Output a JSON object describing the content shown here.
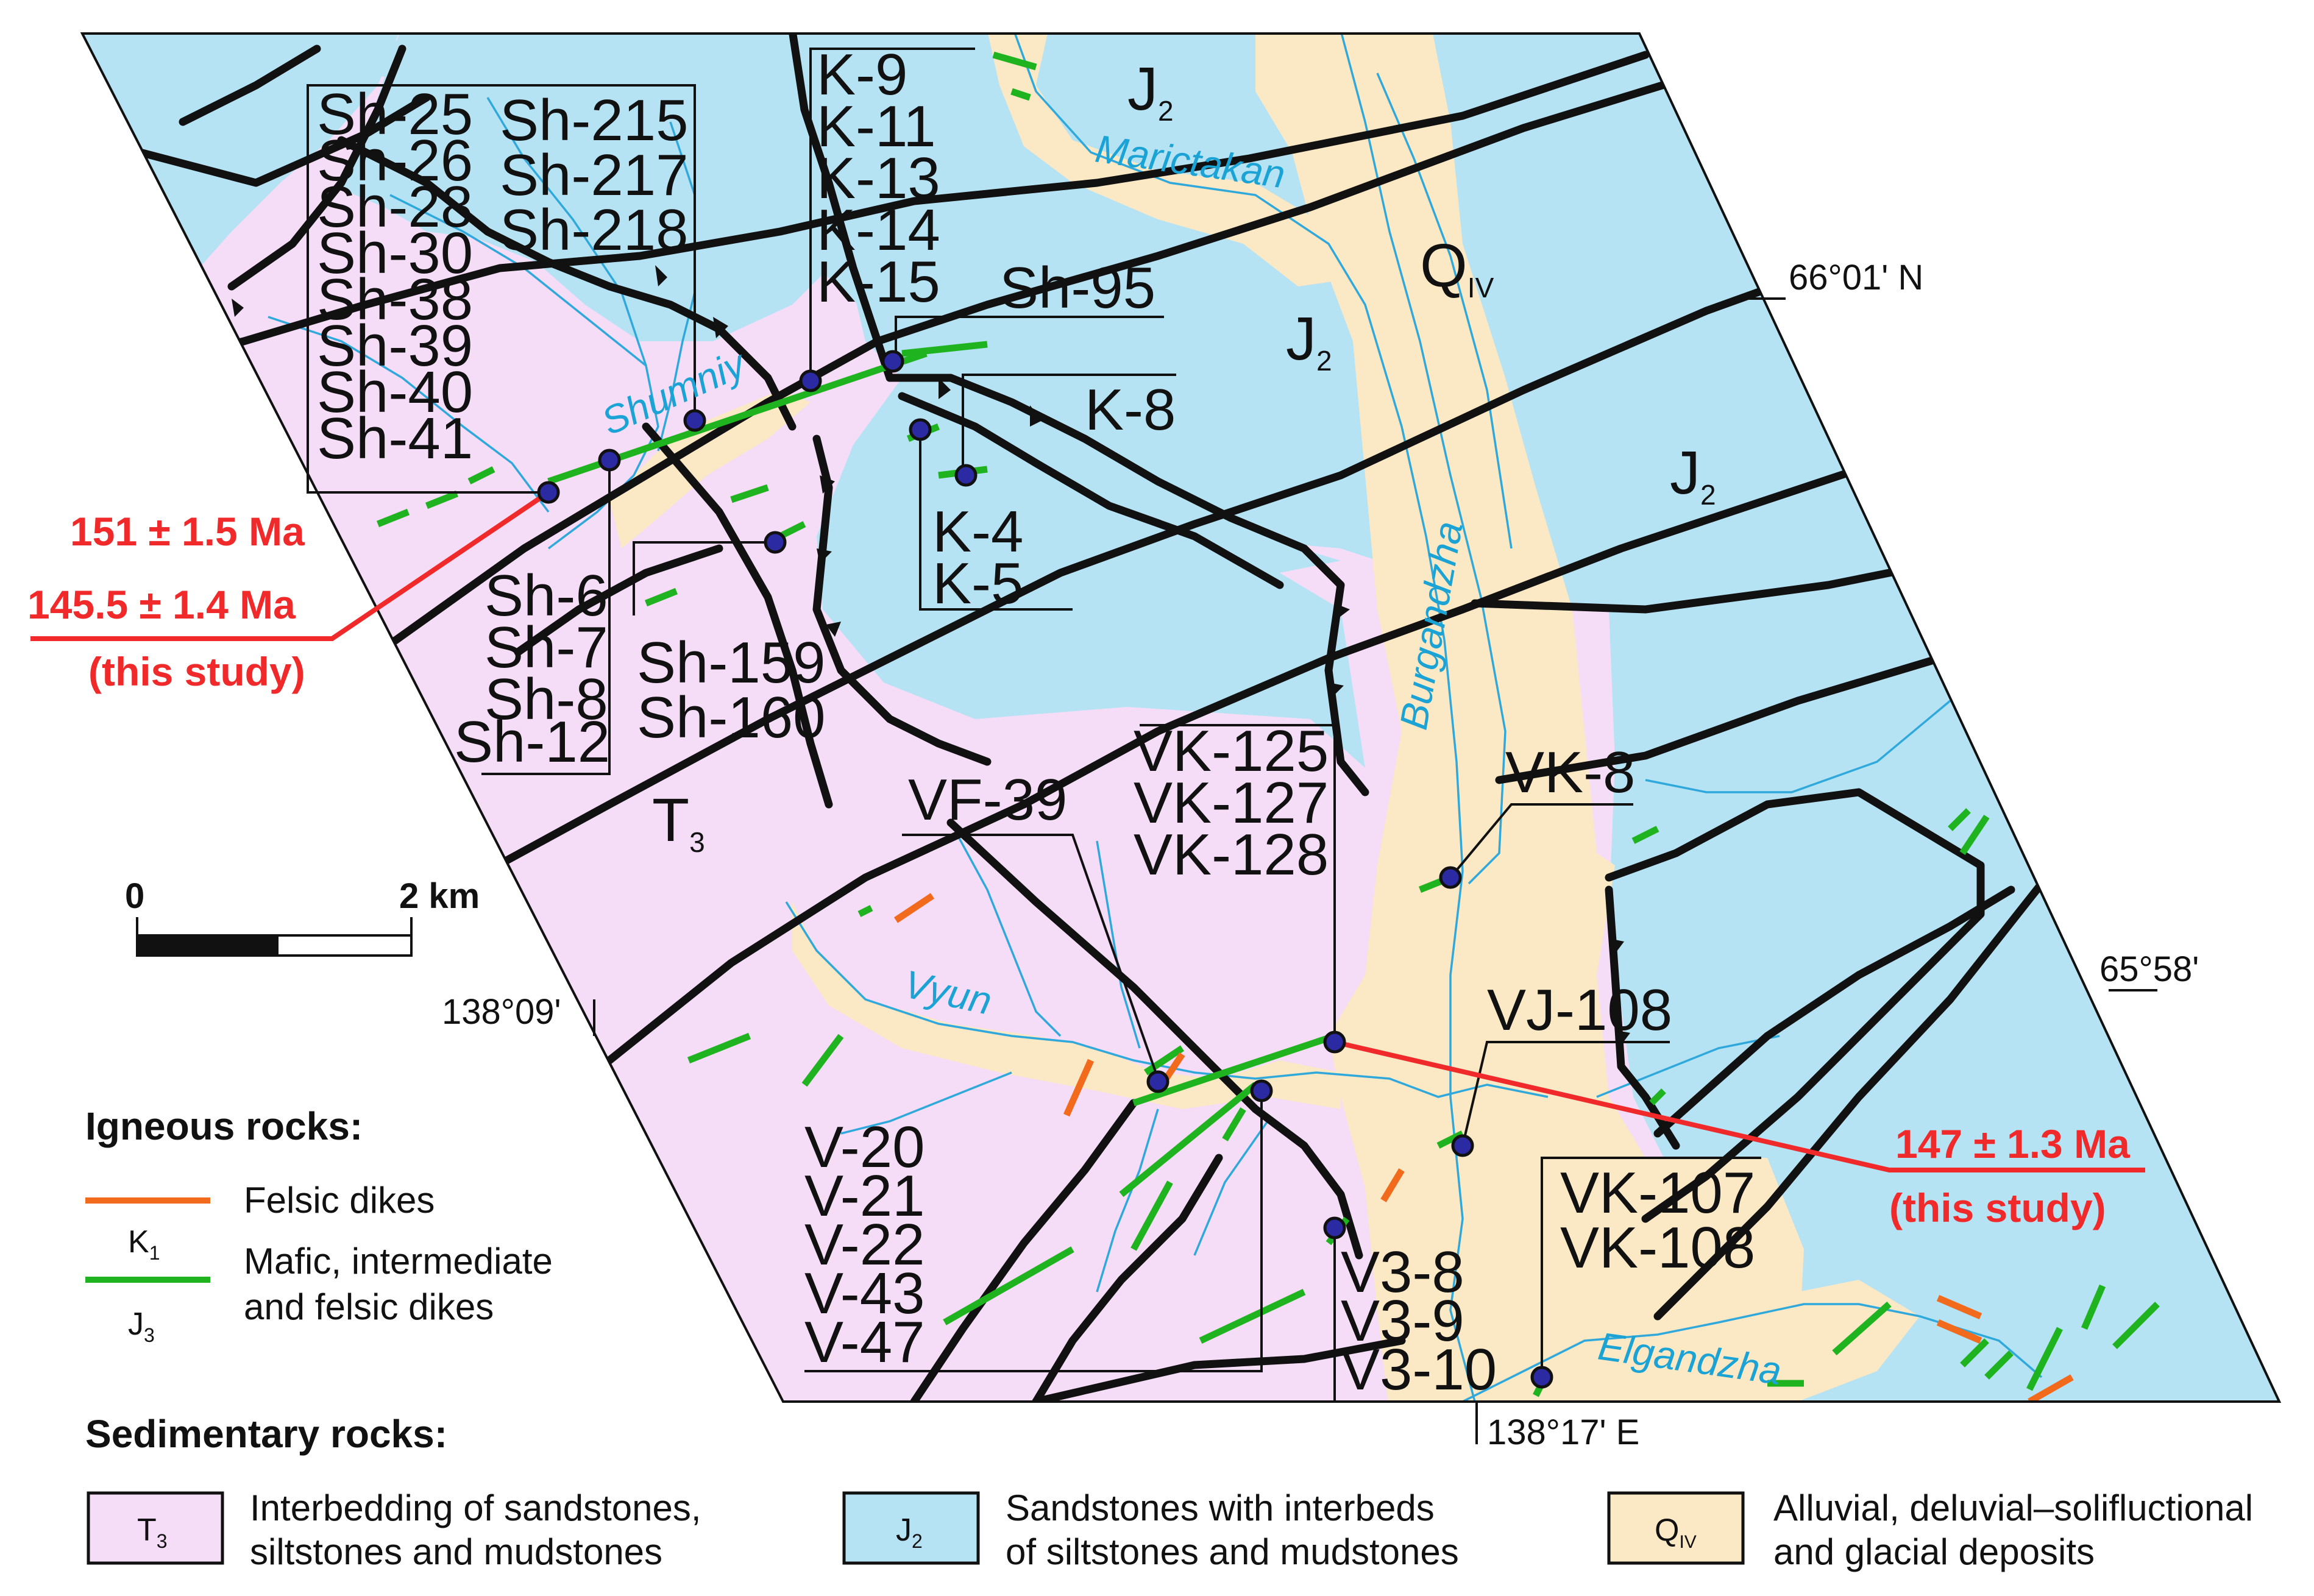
{
  "units": {
    "j2": {
      "label": "J",
      "sub": "2"
    },
    "t3": {
      "label": "T",
      "sub": "3"
    },
    "q4": {
      "label": "Q",
      "sub": "IV"
    }
  },
  "rivers": [
    "Marictakan",
    "Shumniy",
    "Burgandzha",
    "Vyun",
    "Elgandzha"
  ],
  "sample_groups": {
    "sh25": [
      "Sh-25",
      "Sh-26",
      "Sh-28",
      "Sh-30",
      "Sh-38",
      "Sh-39",
      "Sh-40",
      "Sh-41"
    ],
    "sh215": [
      "Sh-215",
      "Sh-217",
      "Sh-218"
    ],
    "k9": [
      "K-9",
      "K-11",
      "K-13",
      "K-14",
      "K-15"
    ],
    "sh95": [
      "Sh-95"
    ],
    "k8": [
      "K-8"
    ],
    "k4": [
      "K-4",
      "K-5"
    ],
    "sh6": [
      "Sh-6",
      "Sh-7",
      "Sh-8",
      "Sh-12"
    ],
    "sh159": [
      "Sh-159",
      "Sh-160"
    ],
    "vk125": [
      "VK-125",
      "VK-127",
      "VK-128"
    ],
    "vf39": [
      "VF-39"
    ],
    "vk8": [
      "VK-8"
    ],
    "vj108": [
      "VJ-108"
    ],
    "v20": [
      "V-20",
      "V-21",
      "V-22",
      "V-43",
      "V-47"
    ],
    "v38": [
      "V3-8",
      "V3-9",
      "V3-10"
    ],
    "vk107": [
      "VK-107",
      "VK-108"
    ]
  },
  "ages": {
    "left": {
      "age1": "151 ± 1.5 Ma",
      "age2": "145.5 ± 1.4 Ma",
      "note": "(this study)"
    },
    "right": {
      "age1": "147 ± 1.3 Ma",
      "note": "(this study)"
    }
  },
  "coords": {
    "lat_top": "66°01' N",
    "lat_bottom": "65°58'",
    "lon_left": "138°09'",
    "lon_right": "138°17' E"
  },
  "scale": {
    "start": "0",
    "end": "2 km"
  },
  "legend": {
    "igneous_title": "Igneous  rocks:",
    "felsic": "Felsic dikes",
    "k1": {
      "label": "K",
      "sub": "1"
    },
    "mafic_line1": "Mafic, intermediate",
    "mafic_line2": "and felsic dikes",
    "j3": {
      "label": "J",
      "sub": "3"
    },
    "sedimentary_title": "Sedimentary  rocks:",
    "t3": {
      "label": "T",
      "sub": "3",
      "line1": "Interbedding of sandstones,",
      "line2": "siltstones and mudstones"
    },
    "j2": {
      "label": "J",
      "sub": "2",
      "line1": "Sandstones with interbeds",
      "line2": "of siltstones and mudstones"
    },
    "q4": {
      "label": "Q",
      "sub": "IV",
      "line1": "Alluvial, deluvial–solifluctional",
      "line2": "and glacial deposits"
    }
  },
  "colors": {
    "t3": "#f5ddf7",
    "j2": "#b6e3f4",
    "q4": "#fbe8c4",
    "fault": "#111111",
    "river": "#2fa8dc",
    "mafic": "#1fb31f",
    "felsic": "#f26a1b",
    "age": "#f02a2a",
    "sample_point": "#2b2aa3"
  }
}
